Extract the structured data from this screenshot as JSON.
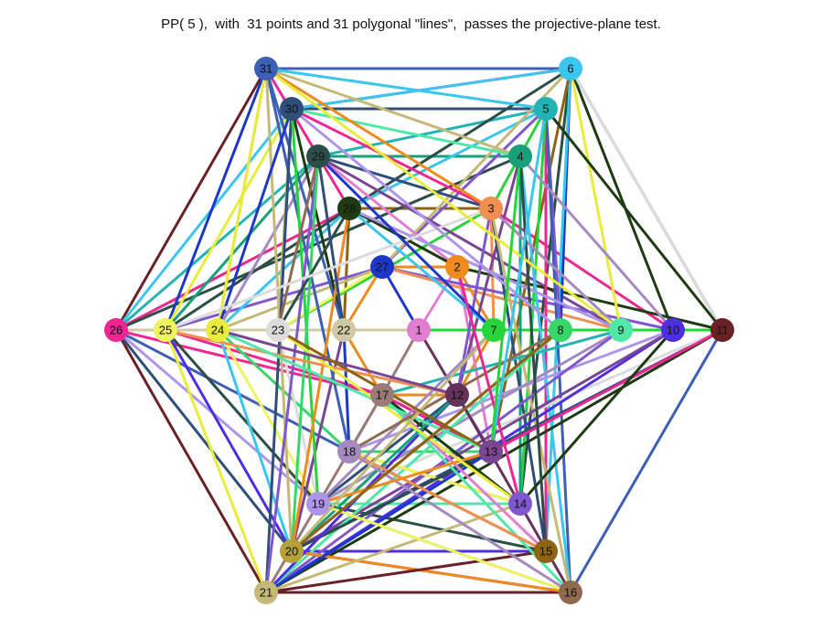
{
  "title": "PP( 5 ),  with  31 points and 31 polygonal \"lines\",  passes the projective-plane test.",
  "points": [
    {
      "label": "1",
      "color": "#e07fd0"
    },
    {
      "label": "2",
      "color": "#ee8b1c"
    },
    {
      "label": "3",
      "color": "#f08f52"
    },
    {
      "label": "4",
      "color": "#17a07a"
    },
    {
      "label": "5",
      "color": "#23b3b5"
    },
    {
      "label": "6",
      "color": "#3bc6ee"
    },
    {
      "label": "7",
      "color": "#28d43c"
    },
    {
      "label": "8",
      "color": "#37d669"
    },
    {
      "label": "9",
      "color": "#4fe8a6"
    },
    {
      "label": "10",
      "color": "#4d2ee3"
    },
    {
      "label": "11",
      "color": "#6a2126"
    },
    {
      "label": "12",
      "color": "#64325a"
    },
    {
      "label": "13",
      "color": "#7a4593"
    },
    {
      "label": "14",
      "color": "#7f58cf"
    },
    {
      "label": "15",
      "color": "#8e6314"
    },
    {
      "label": "16",
      "color": "#8f6a4f"
    },
    {
      "label": "17",
      "color": "#9b7b77"
    },
    {
      "label": "18",
      "color": "#a48bbf"
    },
    {
      "label": "19",
      "color": "#ad95ea"
    },
    {
      "label": "20",
      "color": "#b4a139"
    },
    {
      "label": "21",
      "color": "#c5b978"
    },
    {
      "label": "22",
      "color": "#cfc9a6"
    },
    {
      "label": "23",
      "color": "#dcdcdc"
    },
    {
      "label": "24",
      "color": "#e9ec3a"
    },
    {
      "label": "25",
      "color": "#f0f360"
    },
    {
      "label": "26",
      "color": "#ee2691"
    },
    {
      "label": "27",
      "color": "#1d38c9"
    },
    {
      "label": "28",
      "color": "#1e3b14"
    },
    {
      "label": "29",
      "color": "#2b4f46"
    },
    {
      "label": "30",
      "color": "#2f4e7a"
    },
    {
      "label": "31",
      "color": "#3d5fb5"
    }
  ],
  "lines": [
    {
      "color": "#3d5fb5",
      "points": [
        "31",
        "6"
      ]
    },
    {
      "color": "#ee2691",
      "points": [
        "30",
        "6"
      ]
    },
    {
      "color": "#2f4e7a",
      "points": [
        "30",
        "5"
      ]
    },
    {
      "color": "#2b4f46",
      "points": [
        "29",
        "4"
      ]
    },
    {
      "color": "#8e6314",
      "points": [
        "28",
        "3"
      ]
    },
    {
      "color": "#ee8b1c",
      "points": [
        "27",
        "2"
      ]
    },
    {
      "color": "#cfc9a6",
      "points": [
        "26",
        "25",
        "24",
        "23",
        "22",
        "1"
      ]
    },
    {
      "color": "#28d43c",
      "points": [
        "1",
        "7",
        "8",
        "9",
        "10",
        "11"
      ]
    },
    {
      "color": "#ee8b1c",
      "points": [
        "17",
        "12"
      ]
    },
    {
      "color": "#37d669",
      "points": [
        "18",
        "13"
      ]
    },
    {
      "color": "#4fe8a6",
      "points": [
        "19",
        "14"
      ]
    },
    {
      "color": "#4d2ee3",
      "points": [
        "20",
        "15"
      ]
    },
    {
      "color": "#6a2126",
      "points": [
        "21",
        "16"
      ]
    },
    {
      "color": "#6a2126",
      "points": [
        "21",
        "26",
        "31"
      ]
    },
    {
      "color": "#3d5fb5",
      "points": [
        "6",
        "11",
        "16"
      ]
    },
    {
      "color": "#1d38c9",
      "points": [
        "27",
        "1"
      ]
    },
    {
      "color": "#e07fd0",
      "points": [
        "2",
        "1"
      ]
    },
    {
      "color": "#9b7b77",
      "points": [
        "1",
        "17"
      ]
    },
    {
      "color": "#64325a",
      "points": [
        "1",
        "12"
      ]
    },
    {
      "color": "#ee8b1c",
      "points": [
        "27",
        "22",
        "17"
      ]
    },
    {
      "color": "#ee8b1c",
      "points": [
        "2",
        "7",
        "12"
      ]
    },
    {
      "color": "#8e6314",
      "points": [
        "28",
        "22"
      ]
    },
    {
      "color": "#f08f52",
      "points": [
        "3",
        "7"
      ]
    },
    {
      "color": "#a48bbf",
      "points": [
        "17",
        "18"
      ]
    },
    {
      "color": "#7a4593",
      "points": [
        "12",
        "13"
      ]
    },
    {
      "color": "#ee2691",
      "points": [
        "26",
        "17",
        "13"
      ]
    },
    {
      "color": "#ee2691",
      "points": [
        "26",
        "28",
        "31"
      ]
    },
    {
      "color": "#3bc6ee",
      "points": [
        "26",
        "30",
        "6"
      ]
    },
    {
      "color": "#23b3b5",
      "points": [
        "26",
        "29",
        "5"
      ]
    },
    {
      "color": "#2b4f46",
      "points": [
        "26",
        "4"
      ]
    },
    {
      "color": "#1d38c9",
      "points": [
        "25",
        "31"
      ]
    },
    {
      "color": "#e9ec3a",
      "points": [
        "25",
        "30"
      ]
    },
    {
      "color": "#17a07a",
      "points": [
        "25",
        "29",
        "4"
      ]
    },
    {
      "color": "#2b4f46",
      "points": [
        "25",
        "28",
        "6"
      ]
    },
    {
      "color": "#7f58cf",
      "points": [
        "25",
        "27",
        "5"
      ]
    },
    {
      "color": "#f08f52",
      "points": [
        "24",
        "31"
      ]
    },
    {
      "color": "#3bc6ee",
      "points": [
        "24",
        "28",
        "5"
      ]
    },
    {
      "color": "#c5b978",
      "points": [
        "24",
        "27",
        "6"
      ]
    },
    {
      "color": "#a48bbf",
      "points": [
        "24",
        "29"
      ]
    },
    {
      "color": "#2f4e7a",
      "points": [
        "26",
        "20"
      ]
    },
    {
      "color": "#ad95ea",
      "points": [
        "26",
        "19"
      ]
    },
    {
      "color": "#3d5fb5",
      "points": [
        "26",
        "18"
      ]
    },
    {
      "color": "#e9ec3a",
      "points": [
        "25",
        "21"
      ]
    },
    {
      "color": "#4d2ee3",
      "points": [
        "25",
        "20",
        "16"
      ]
    },
    {
      "color": "#2b4f46",
      "points": [
        "25",
        "19",
        "15"
      ]
    },
    {
      "color": "#ee2691",
      "points": [
        "25",
        "17",
        "13"
      ]
    },
    {
      "color": "#3bc6ee",
      "points": [
        "24",
        "20"
      ]
    },
    {
      "color": "#37d669",
      "points": [
        "24",
        "18",
        "14"
      ]
    },
    {
      "color": "#f0f360",
      "points": [
        "24",
        "19"
      ]
    },
    {
      "color": "#dcdcdc",
      "points": [
        "23",
        "19"
      ]
    },
    {
      "color": "#c5b978",
      "points": [
        "23",
        "30"
      ]
    },
    {
      "color": "#28d43c",
      "points": [
        "23",
        "3",
        "5"
      ]
    },
    {
      "color": "#f0f360",
      "points": [
        "23",
        "27"
      ]
    },
    {
      "color": "#1e3b14",
      "points": [
        "22",
        "30"
      ]
    },
    {
      "color": "#3d5fb5",
      "points": [
        "22",
        "31"
      ]
    },
    {
      "color": "#7a4593",
      "points": [
        "22",
        "20"
      ]
    },
    {
      "color": "#1d38c9",
      "points": [
        "22",
        "18"
      ]
    },
    {
      "color": "#3d5fb5",
      "points": [
        "31",
        "18"
      ]
    },
    {
      "color": "#c5b978",
      "points": [
        "31",
        "20"
      ]
    },
    {
      "color": "#e9ec3a",
      "points": [
        "31",
        "24"
      ]
    },
    {
      "color": "#2f4e7a",
      "points": [
        "30",
        "21"
      ]
    },
    {
      "color": "#1d38c9",
      "points": [
        "30",
        "24"
      ]
    },
    {
      "color": "#28d43c",
      "points": [
        "30",
        "19"
      ]
    },
    {
      "color": "#7f58cf",
      "points": [
        "29",
        "21"
      ]
    },
    {
      "color": "#8f6a4f",
      "points": [
        "29",
        "23"
      ]
    },
    {
      "color": "#37d669",
      "points": [
        "29",
        "20"
      ]
    },
    {
      "color": "#ee8b1c",
      "points": [
        "28",
        "20"
      ]
    },
    {
      "color": "#2b4f46",
      "points": [
        "28",
        "23"
      ]
    },
    {
      "color": "#e07fd0",
      "points": [
        "29",
        "2",
        "13"
      ]
    },
    {
      "color": "#2f4e7a",
      "points": [
        "29",
        "3"
      ]
    },
    {
      "color": "#7a4593",
      "points": [
        "29",
        "9"
      ]
    },
    {
      "color": "#ee2691",
      "points": [
        "30",
        "3",
        "10"
      ]
    },
    {
      "color": "#4fe8a6",
      "points": [
        "30",
        "4"
      ]
    },
    {
      "color": "#3bc6ee",
      "points": [
        "31",
        "5"
      ]
    },
    {
      "color": "#c5b978",
      "points": [
        "31",
        "4"
      ]
    },
    {
      "color": "#ee8b1c",
      "points": [
        "31",
        "3"
      ]
    },
    {
      "color": "#1e3b14",
      "points": [
        "28",
        "2",
        "11"
      ]
    },
    {
      "color": "#7f58cf",
      "points": [
        "27",
        "10"
      ]
    },
    {
      "color": "#f08f52",
      "points": [
        "27",
        "9"
      ]
    },
    {
      "color": "#e9ec3a",
      "points": [
        "6",
        "9"
      ]
    },
    {
      "color": "#1e3b14",
      "points": [
        "6",
        "10"
      ]
    },
    {
      "color": "#dcdcdc",
      "points": [
        "6",
        "11"
      ]
    },
    {
      "color": "#1d38c9",
      "points": [
        "6",
        "8"
      ]
    },
    {
      "color": "#2b4f46",
      "points": [
        "6",
        "14"
      ]
    },
    {
      "color": "#3bc6ee",
      "points": [
        "6",
        "15"
      ]
    },
    {
      "color": "#8e6314",
      "points": [
        "6",
        "13"
      ]
    },
    {
      "color": "#ee2691",
      "points": [
        "5",
        "15"
      ]
    },
    {
      "color": "#7f58cf",
      "points": [
        "5",
        "8"
      ]
    },
    {
      "color": "#3d5fb5",
      "points": [
        "5",
        "16"
      ]
    },
    {
      "color": "#28d43c",
      "points": [
        "5",
        "14"
      ]
    },
    {
      "color": "#1e3b14",
      "points": [
        "5",
        "11"
      ]
    },
    {
      "color": "#17a07a",
      "points": [
        "4",
        "14"
      ]
    },
    {
      "color": "#3bc6ee",
      "points": [
        "4",
        "16"
      ]
    },
    {
      "color": "#a48bbf",
      "points": [
        "4",
        "10"
      ]
    },
    {
      "color": "#7a4593",
      "points": [
        "4",
        "12"
      ]
    },
    {
      "color": "#2f4e7a",
      "points": [
        "3",
        "15"
      ]
    },
    {
      "color": "#c5b978",
      "points": [
        "3",
        "16"
      ]
    },
    {
      "color": "#a48bbf",
      "points": [
        "3",
        "9"
      ]
    },
    {
      "color": "#2f4e7a",
      "points": [
        "11",
        "20"
      ]
    },
    {
      "color": "#dcdcdc",
      "points": [
        "11",
        "19"
      ]
    },
    {
      "color": "#1e3b14",
      "points": [
        "11",
        "21"
      ]
    },
    {
      "color": "#ee2691",
      "points": [
        "11",
        "13"
      ]
    },
    {
      "color": "#4d2ee3",
      "points": [
        "10",
        "21"
      ]
    },
    {
      "color": "#7a4593",
      "points": [
        "10",
        "20"
      ]
    },
    {
      "color": "#ad95ea",
      "points": [
        "10",
        "18"
      ]
    },
    {
      "color": "#1e3b14",
      "points": [
        "10",
        "14"
      ]
    },
    {
      "color": "#a48bbf",
      "points": [
        "9",
        "19"
      ]
    },
    {
      "color": "#7f58cf",
      "points": [
        "9",
        "21"
      ]
    },
    {
      "color": "#23b3b5",
      "points": [
        "9",
        "17"
      ]
    },
    {
      "color": "#8f6a4f",
      "points": [
        "8",
        "20"
      ]
    },
    {
      "color": "#4fe8a6",
      "points": [
        "8",
        "21"
      ]
    },
    {
      "color": "#dcdcdc",
      "points": [
        "8",
        "18"
      ]
    },
    {
      "color": "#ee8b1c",
      "points": [
        "16",
        "20"
      ]
    },
    {
      "color": "#3bc6ee",
      "points": [
        "16",
        "19"
      ]
    },
    {
      "color": "#6a2126",
      "points": [
        "15",
        "21"
      ]
    },
    {
      "color": "#8e6314",
      "points": [
        "15",
        "18"
      ]
    },
    {
      "color": "#c5b978",
      "points": [
        "14",
        "21"
      ]
    },
    {
      "color": "#f0f360",
      "points": [
        "14",
        "18"
      ]
    },
    {
      "color": "#2b4f46",
      "points": [
        "13",
        "20"
      ]
    },
    {
      "color": "#1d38c9",
      "points": [
        "13",
        "21"
      ]
    },
    {
      "color": "#4d2ee3",
      "points": [
        "12",
        "21"
      ]
    },
    {
      "color": "#2f4e7a",
      "points": [
        "12",
        "19"
      ]
    },
    {
      "color": "#e07fd0",
      "points": [
        "17",
        "15"
      ]
    },
    {
      "color": "#4fe8a6",
      "points": [
        "17",
        "16"
      ]
    },
    {
      "color": "#1e3b14",
      "points": [
        "17",
        "14"
      ]
    },
    {
      "color": "#17a07a",
      "points": [
        "12",
        "20"
      ]
    },
    {
      "color": "#9b7b77",
      "points": [
        "17",
        "21"
      ]
    },
    {
      "color": "#64325a",
      "points": [
        "12",
        "16"
      ]
    },
    {
      "color": "#a48bbf",
      "points": [
        "18",
        "16"
      ]
    },
    {
      "color": "#f08f52",
      "points": [
        "18",
        "15"
      ]
    },
    {
      "color": "#ee8b1c",
      "points": [
        "19",
        "13"
      ]
    },
    {
      "color": "#f0f360",
      "points": [
        "19",
        "16"
      ]
    },
    {
      "color": "#2f4e7a",
      "points": [
        "29",
        "22"
      ]
    },
    {
      "color": "#ad95ea",
      "points": [
        "28",
        "9"
      ]
    },
    {
      "color": "#3bc6ee",
      "points": [
        "28",
        "7"
      ]
    },
    {
      "color": "#7f58cf",
      "points": [
        "3",
        "12"
      ]
    },
    {
      "color": "#dcdcdc",
      "points": [
        "3",
        "25"
      ]
    },
    {
      "color": "#2b4f46",
      "points": [
        "4",
        "15"
      ]
    },
    {
      "color": "#f08f52",
      "points": [
        "12",
        "25"
      ]
    },
    {
      "color": "#4fe8a6",
      "points": [
        "13",
        "24"
      ]
    },
    {
      "color": "#e9ec3a",
      "points": [
        "14",
        "23"
      ]
    },
    {
      "color": "#a48bbf",
      "points": [
        "19",
        "7"
      ]
    },
    {
      "color": "#8f6a4f",
      "points": [
        "18",
        "8"
      ]
    },
    {
      "color": "#c5b978",
      "points": [
        "20",
        "7"
      ]
    },
    {
      "color": "#8e6314",
      "points": [
        "20",
        "8"
      ]
    },
    {
      "color": "#1d38c9",
      "points": [
        "29",
        "7"
      ]
    },
    {
      "color": "#ad95ea",
      "points": [
        "30",
        "8"
      ]
    },
    {
      "color": "#e9ec3a",
      "points": [
        "31",
        "9"
      ]
    },
    {
      "color": "#ee2691",
      "points": [
        "2",
        "14"
      ]
    },
    {
      "color": "#3bc6ee",
      "points": [
        "5",
        "13"
      ]
    },
    {
      "color": "#28d43c",
      "points": [
        "4",
        "13"
      ]
    },
    {
      "color": "#7a4593",
      "points": [
        "24",
        "12"
      ]
    },
    {
      "color": "#8e6314",
      "points": [
        "23",
        "13"
      ]
    }
  ]
}
